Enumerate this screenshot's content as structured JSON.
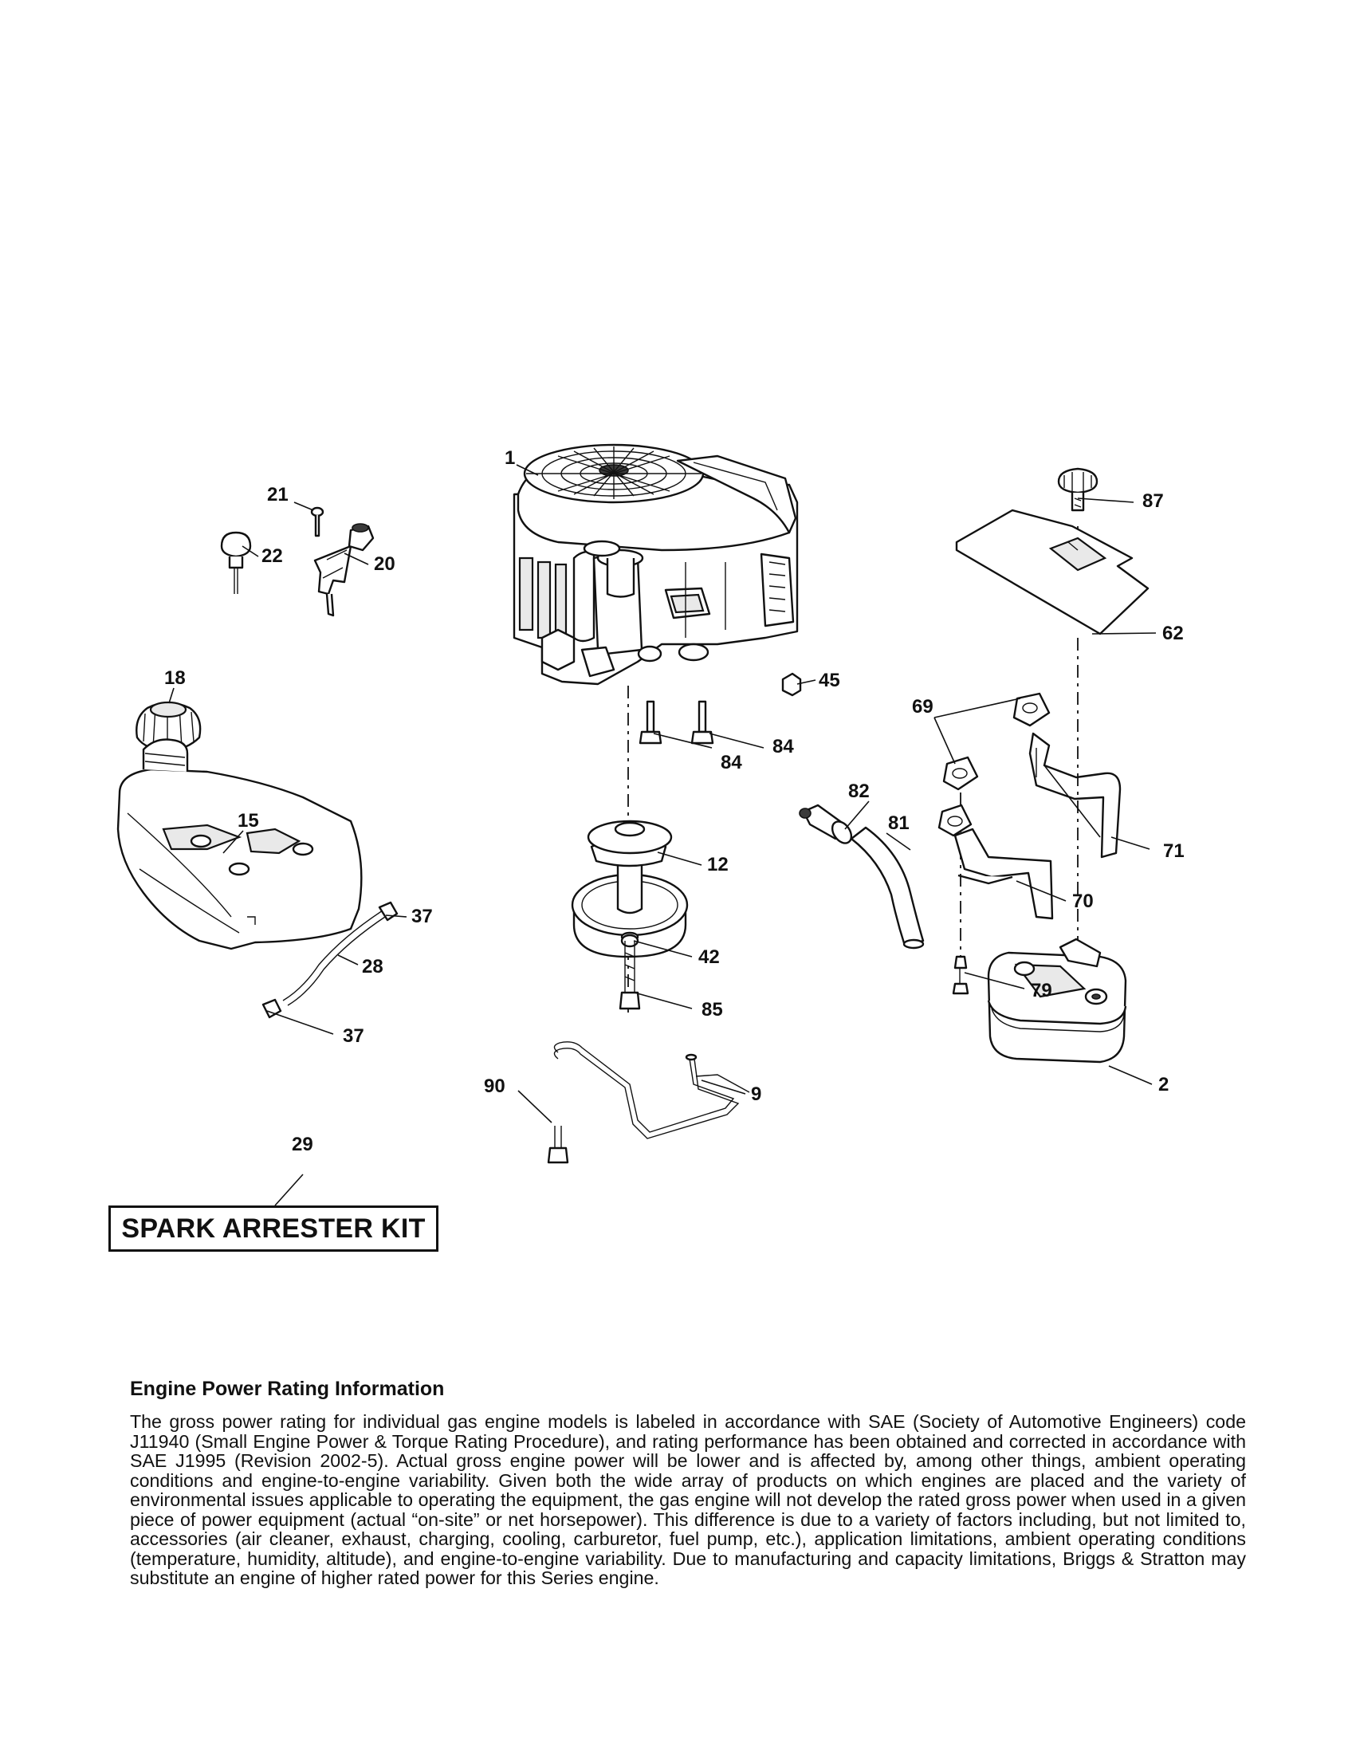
{
  "callouts": {
    "c1": "1",
    "c2": "2",
    "c9": "9",
    "c12": "12",
    "c15": "15",
    "c18": "18",
    "c20": "20",
    "c21": "21",
    "c22": "22",
    "c28": "28",
    "c29": "29",
    "c37a": "37",
    "c37b": "37",
    "c42": "42",
    "c45": "45",
    "c62": "62",
    "c69": "69",
    "c70": "70",
    "c71": "71",
    "c79": "79",
    "c81": "81",
    "c82": "82",
    "c84a": "84",
    "c84b": "84",
    "c85": "85",
    "c87": "87",
    "c90": "90"
  },
  "kit_label": "SPARK ARRESTER KIT",
  "info": {
    "title": "Engine Power Rating Information",
    "body": "The gross power rating for individual gas engine models is labeled in accordance with SAE (Society of Automotive Engineers) code J11940 (Small Engine Power & Torque Rating Procedure), and rating performance has been obtained and corrected in accordance with SAE J1995 (Revision 2002-5). Actual gross engine power will be lower and is affected by, among other things, ambient operating conditions and engine-to-engine variability. Given both the wide array of products on which engines are placed and the variety of environmental issues applicable to operating the equipment, the gas engine will not develop the rated gross power when used in a given piece of power equipment (actual “on-site” or net horsepower). This difference is due to a variety of factors including, but not limited to, accessories (air cleaner, exhaust, charging, cooling, carburetor, fuel pump, etc.), application limitations, ambient operating conditions (temperature, humidity, altitude), and engine-to-engine variability. Due to manufacturing and capacity limitations, Briggs & Stratton may substitute an engine of higher rated power for this Series engine."
  }
}
